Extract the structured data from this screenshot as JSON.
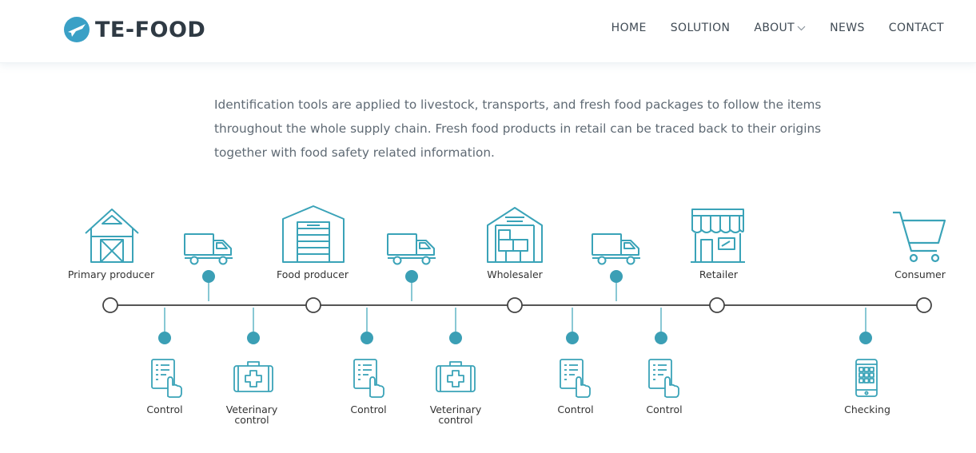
{
  "header": {
    "brand": "TE-FOOD",
    "nav": [
      {
        "label": "HOME"
      },
      {
        "label": "SOLUTION"
      },
      {
        "label": "ABOUT"
      },
      {
        "label": "NEWS"
      },
      {
        "label": "CONTACT"
      }
    ]
  },
  "intro": {
    "text": "Identification tools are applied to livestock, transports, and fresh food packages to follow the items throughout the whole supply chain. Fresh food products in retail can be traced back to their origins together with food safety related information."
  },
  "chain": {
    "stages": [
      {
        "label": "Primary producer",
        "icon": "barn-icon"
      },
      {
        "label": "Food producer",
        "icon": "factory-icon"
      },
      {
        "label": "Wholesaler",
        "icon": "warehouse-icon"
      },
      {
        "label": "Retailer",
        "icon": "shop-icon"
      },
      {
        "label": "Consumer",
        "icon": "cart-icon"
      }
    ],
    "transports": [
      {
        "icon": "truck-icon"
      },
      {
        "icon": "truck-icon"
      },
      {
        "icon": "truck-icon"
      }
    ],
    "checkpoints": [
      {
        "label": "Control",
        "icon": "checklist-icon"
      },
      {
        "label": "Veterinary control",
        "icon": "medkit-icon"
      },
      {
        "label": "Control",
        "icon": "checklist-icon"
      },
      {
        "label": "Veterinary control",
        "icon": "medkit-icon"
      },
      {
        "label": "Control",
        "icon": "checklist-icon"
      },
      {
        "label": "Control",
        "icon": "checklist-icon"
      },
      {
        "label": "Checking",
        "icon": "phone-icon"
      }
    ]
  },
  "colors": {
    "accent": "#3b9fb5",
    "icon_stroke": "#3aa3b8",
    "line": "#555555",
    "text": "#333333"
  }
}
